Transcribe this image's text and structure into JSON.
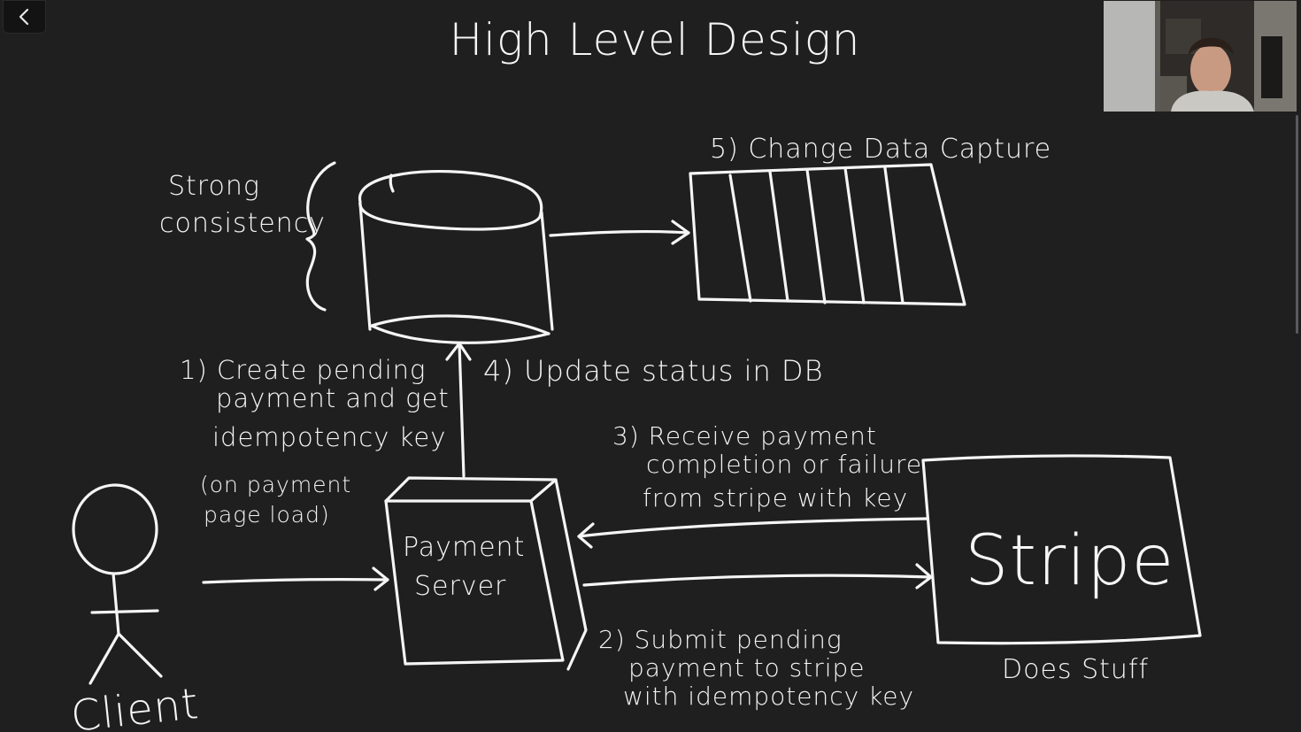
{
  "diagram": {
    "title": "High Level Design",
    "consistency_note": [
      "Strong",
      "consistency"
    ],
    "queue_label": "5) Change Data Capture",
    "step1": [
      "1) Create pending",
      "payment and get",
      "idempotency key"
    ],
    "step1_note": [
      "(on payment",
      "page load)"
    ],
    "step4": "4) Update status in DB",
    "step3": [
      "3) Receive payment",
      "completion or failure",
      "from stripe with key"
    ],
    "step2": [
      "2) Submit pending",
      "payment to stripe",
      "with idempotency key"
    ],
    "server_label": [
      "Payment",
      "Server"
    ],
    "stripe_label": "Stripe",
    "stripe_caption": "Does Stuff",
    "client_label": "Client"
  },
  "icons": {
    "back": "chevron-left-icon"
  },
  "colors": {
    "background": "#1f1f1f",
    "ink": "#f5f5f5"
  }
}
